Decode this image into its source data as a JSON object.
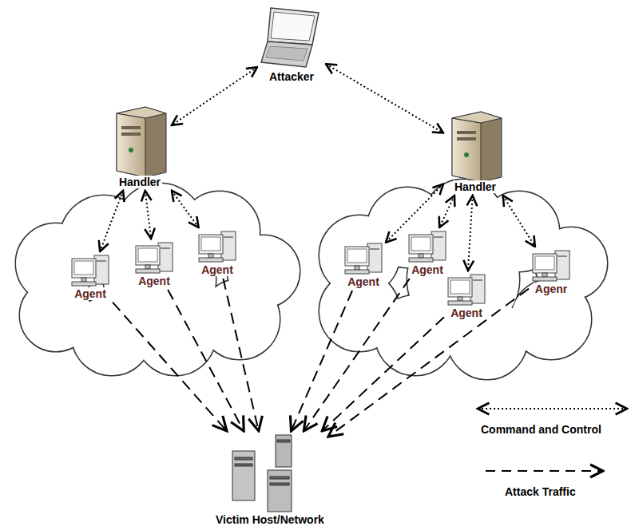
{
  "diagram": {
    "nodes": [
      {
        "text": [
          "Attacker"
        ]
      },
      {
        "text": [
          "Handler"
        ]
      },
      {
        "text": [
          "Handler"
        ]
      },
      {
        "text": [
          "Agent"
        ]
      },
      {
        "text": [
          "Agent"
        ]
      },
      {
        "text": [
          "Agent"
        ]
      },
      {
        "text": [
          "Agent"
        ]
      },
      {
        "text": [
          "Agent"
        ]
      },
      {
        "text": [
          "Agent"
        ]
      },
      {
        "text": [
          "Agenr"
        ]
      },
      {
        "text": [
          "Victim Host/Network"
        ]
      }
    ],
    "edges": [
      {
        "from": 0,
        "to": 1,
        "arrow": "both"
      },
      {
        "from": 0,
        "to": 2,
        "arrow": "both"
      },
      {
        "from": 1,
        "to": 3,
        "arrow": "both"
      },
      {
        "from": 1,
        "to": 4,
        "arrow": "both"
      },
      {
        "from": 1,
        "to": 5,
        "arrow": "both"
      },
      {
        "from": 2,
        "to": 6,
        "arrow": "both"
      },
      {
        "from": 2,
        "to": 7,
        "arrow": "both"
      },
      {
        "from": 2,
        "to": 8,
        "arrow": "both"
      },
      {
        "from": 2,
        "to": 9,
        "arrow": "both"
      },
      {
        "from": 3,
        "to": 10,
        "arrow": "to"
      },
      {
        "from": 4,
        "to": 10,
        "arrow": "to"
      },
      {
        "from": 5,
        "to": 10,
        "arrow": "to"
      },
      {
        "from": 6,
        "to": 10,
        "arrow": "to"
      },
      {
        "from": 7,
        "to": 10,
        "arrow": "to"
      },
      {
        "from": 8,
        "to": 10,
        "arrow": "to"
      },
      {
        "from": 9,
        "to": 10,
        "arrow": "to"
      }
    ],
    "legend": [
      {
        "text": "Command and Control"
      },
      {
        "text": "Attack Traffic"
      }
    ]
  }
}
